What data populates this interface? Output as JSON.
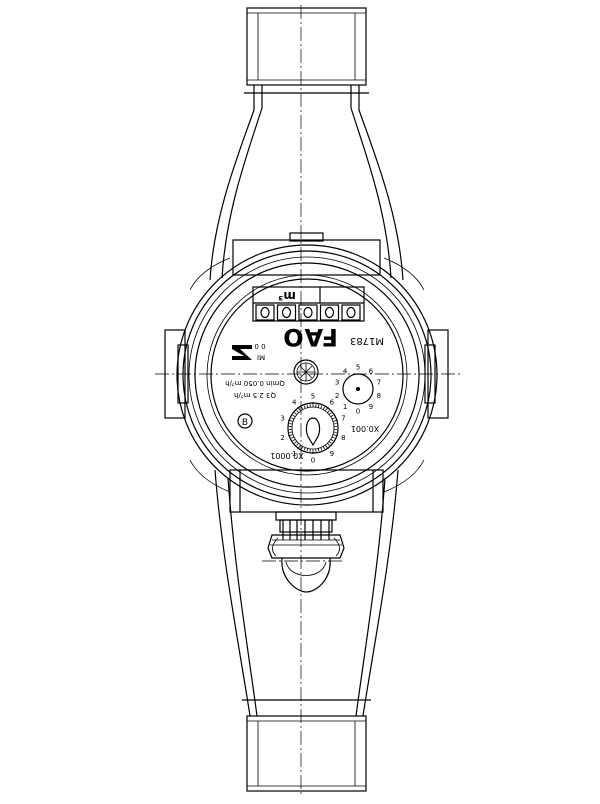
{
  "drawing": {
    "unit_label": "m³",
    "brand": "FAO",
    "model": "M1783",
    "flow_q": "Q3 2.5  m³/h",
    "flow_min": "Qmin 0.050 m³/h",
    "class_mark": "B",
    "mi_mark": "MI",
    "mi_num": "0 0",
    "dial_big_label": "X0.0001",
    "dial_small_label": "X0.001",
    "dial_digits": [
      "0",
      "1",
      "2",
      "3",
      "4",
      "5",
      "6",
      "7",
      "8",
      "9"
    ],
    "counter_digits": [
      "0",
      "0",
      "0",
      "0",
      "0"
    ]
  },
  "colors": {
    "line": "#000000",
    "background": "#ffffff"
  }
}
